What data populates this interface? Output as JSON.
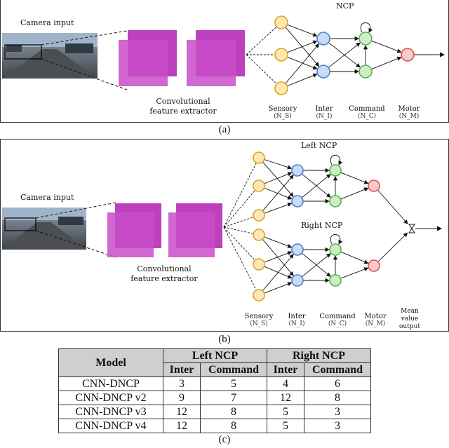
{
  "panel_a": {
    "camera_label": "Camera input",
    "conv_label_line1": "Convolutional",
    "conv_label_line2": "feature extractor",
    "ncp_title": "NCP",
    "layers": [
      {
        "name": "Sensory",
        "sub": "(N_S)"
      },
      {
        "name": "Inter",
        "sub": "(N_I)"
      },
      {
        "name": "Command",
        "sub": "(N_C)"
      },
      {
        "name": "Motor",
        "sub": "(N_M)"
      }
    ],
    "caption": "(a)"
  },
  "panel_b": {
    "camera_label": "Camera input",
    "conv_label_line1": "Convolutional",
    "conv_label_line2": "feature extractor",
    "left_ncp_title": "Left NCP",
    "right_ncp_title": "Right NCP",
    "layers": [
      {
        "name": "Sensory",
        "sub": "(N_S)"
      },
      {
        "name": "Inter",
        "sub": "(N_I)"
      },
      {
        "name": "Command",
        "sub": "(N_C)"
      },
      {
        "name": "Motor",
        "sub": "(N_M)"
      }
    ],
    "output_label_1": "Mean",
    "output_label_2": "value",
    "output_label_3": "output",
    "caption": "(b)"
  },
  "table": {
    "header_model": "Model",
    "header_left": "Left NCP",
    "header_right": "Right NCP",
    "sub_inter": "Inter",
    "sub_command": "Command",
    "rows": [
      {
        "model": "CNN-DNCP",
        "left_inter": "3",
        "left_command": "5",
        "right_inter": "4",
        "right_command": "6"
      },
      {
        "model": "CNN-DNCP v2",
        "left_inter": "9",
        "left_command": "7",
        "right_inter": "12",
        "right_command": "8"
      },
      {
        "model": "CNN-DNCP v3",
        "left_inter": "12",
        "left_command": "8",
        "right_inter": "5",
        "right_command": "3"
      },
      {
        "model": "CNN-DNCP v4",
        "left_inter": "12",
        "left_command": "8",
        "right_inter": "5",
        "right_command": "3"
      }
    ],
    "caption": "(c)"
  },
  "colors": {
    "conv": "#b21fb1",
    "conv_light": "#c94cc8",
    "sensory_fill": "#fde7b4",
    "sensory_stroke": "#e2a21c",
    "inter_fill": "#c9dcf5",
    "inter_stroke": "#4a7fcf",
    "command_fill": "#cdeec4",
    "command_stroke": "#5bb04a",
    "motor_fill": "#f7c9c9",
    "motor_stroke": "#d9534f"
  }
}
